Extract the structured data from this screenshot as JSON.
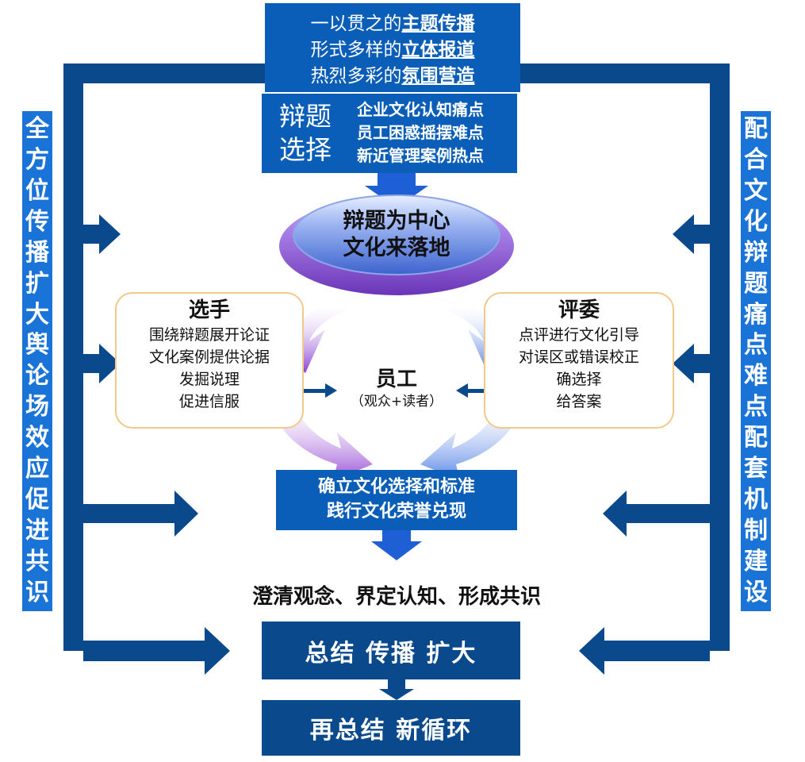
{
  "colors": {
    "frame": "#0a4a8c",
    "box": "#0a5eb8",
    "vertical_label": "#1a73d6",
    "panel_border": "#f2c98a",
    "ellipse_purple": "#7d4bc9",
    "ellipse_blue": "#4a78d8"
  },
  "top_box": {
    "line1_prefix": "一以贯之的",
    "line1_key": "主题传播",
    "line2_prefix": "形式多样的",
    "line2_key": "立体报道",
    "line3_prefix": "热烈多彩的",
    "line3_key": "氛围营造"
  },
  "topic_box": {
    "title_line1": "辩题",
    "title_line2": "选择",
    "items": [
      "企业文化认知痛点",
      "员工困惑摇摆难点",
      "新近管理案例热点"
    ]
  },
  "ellipse": {
    "line1": "辩题为中心",
    "line2": "文化来落地"
  },
  "left_label": [
    "全",
    "方",
    "位",
    "传",
    "播",
    "扩",
    "大",
    "舆",
    "论",
    "场",
    "效",
    "应",
    "促",
    "进",
    "共",
    "识"
  ],
  "right_label": [
    "配",
    "合",
    "文",
    "化",
    "辩",
    "题",
    "痛",
    "点",
    "难",
    "点",
    "配",
    "套",
    "机",
    "制",
    "建",
    "设"
  ],
  "players": {
    "title": "选手",
    "lines": [
      "围绕辩题展开论证",
      "文化案例提供论据",
      "发掘说理",
      "促进信服"
    ]
  },
  "judges": {
    "title": "评委",
    "lines": [
      "点评进行文化引导",
      "对误区或错误校正",
      "确选择",
      "给答案"
    ]
  },
  "employees": {
    "title": "员工",
    "subtitle": "（观众+读者）"
  },
  "standard_box": {
    "line1": "确立文化选择和标准",
    "line2": "践行文化荣誉兑现"
  },
  "consensus_text": "澄清观念、界定认知、形成共识",
  "summary_box": "总结 传播 扩大",
  "cycle_box": "再总结 新循环"
}
